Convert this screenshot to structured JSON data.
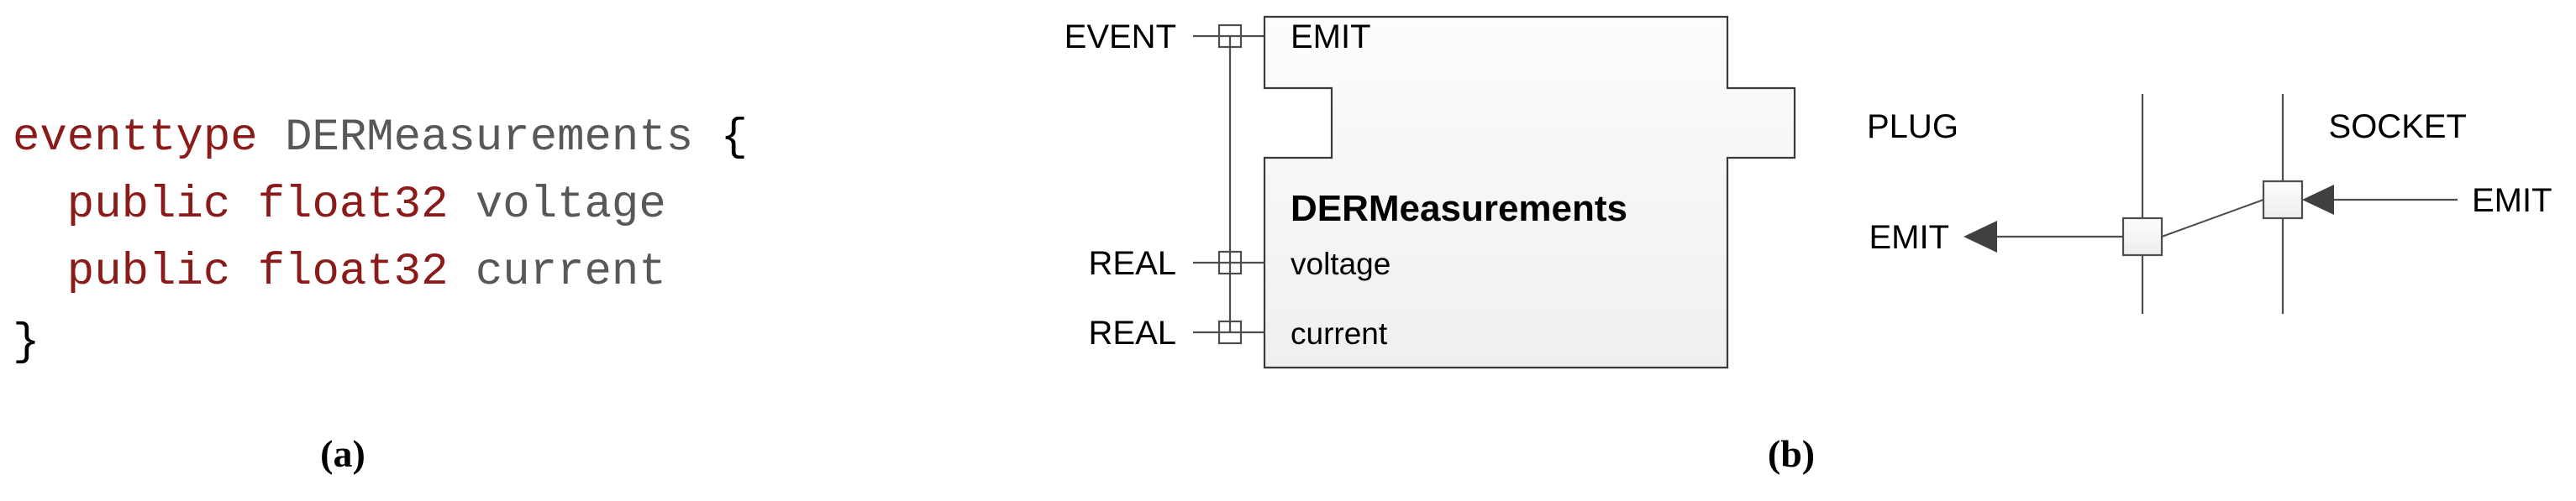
{
  "figure": {
    "captions": {
      "a": "(a)",
      "b": "(b)"
    },
    "colors": {
      "keyword": "#8B1A1A",
      "identifier": "#58585A",
      "punctuation": "#000000",
      "block_fill_top": "#FCFCFC",
      "block_fill_bottom": "#EFEFEF",
      "block_stroke": "#3A3A3A",
      "line_stroke": "#4D4D4D",
      "arrow_fill": "#404040"
    }
  },
  "code": {
    "lines": [
      {
        "keyword": "eventtype",
        "space1": " ",
        "identifier": "DERMeasurements",
        "space2": " ",
        "punct": "{"
      },
      {
        "keyword": "  public float32",
        "space1": " ",
        "identifier": "voltage",
        "space2": "",
        "punct": ""
      },
      {
        "keyword": "  public float32",
        "space1": " ",
        "identifier": "current",
        "space2": "",
        "punct": ""
      },
      {
        "keyword": "",
        "space1": "",
        "identifier": "",
        "space2": "",
        "punct": "}"
      }
    ]
  },
  "block_diagram": {
    "title": "DERMeasurements",
    "emit_port_label": "EMIT",
    "port_types": [
      "EVENT",
      "REAL",
      "REAL"
    ],
    "fields": [
      "voltage",
      "current"
    ],
    "ports": [
      {
        "type": "EVENT",
        "name": "EMIT"
      },
      {
        "type": "REAL",
        "name": "voltage"
      },
      {
        "type": "REAL",
        "name": "current"
      }
    ]
  },
  "sequence_diagram": {
    "left_role": "PLUG",
    "right_role": "SOCKET",
    "messages": [
      {
        "label": "EMIT",
        "direction": "left",
        "lane": "socket-to-plug-in"
      },
      {
        "label": "EMIT",
        "direction": "left",
        "lane": "plug-out"
      }
    ],
    "left_message_label": "EMIT",
    "right_message_label": "EMIT"
  }
}
